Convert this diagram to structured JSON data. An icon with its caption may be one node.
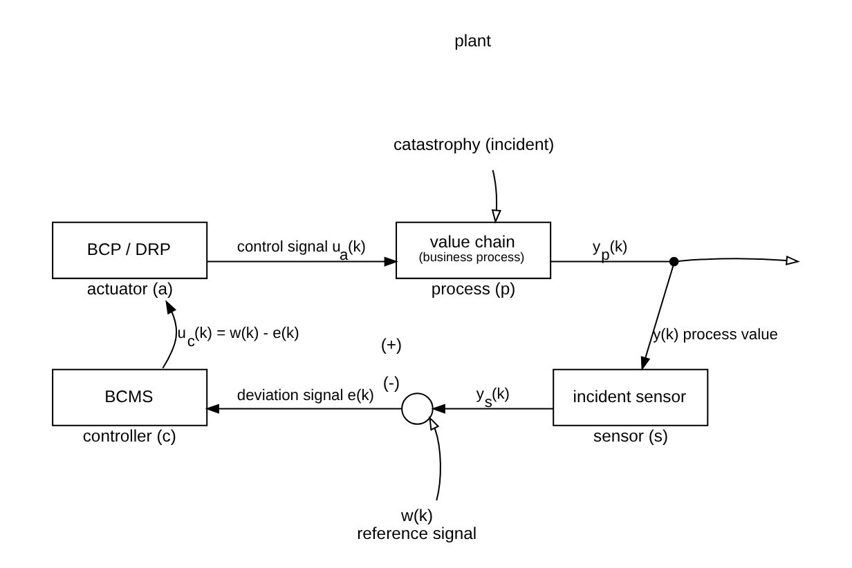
{
  "diagram": {
    "nodes": [
      {
        "text": [
          "BCP / DRP"
        ],
        "beside": [
          "actuator (a)"
        ]
      },
      {
        "text": [
          "value chain",
          "(business process)"
        ],
        "beside": [
          "process (p)"
        ]
      },
      {
        "text": [
          "incident sensor"
        ],
        "beside": [
          "sensor (s)"
        ]
      },
      {
        "text": [
          "BCMS"
        ],
        "beside": [
          "controller (c)"
        ]
      },
      {
        "text": [],
        "shape": "circle",
        "beside": [
          "(+)",
          "(-)"
        ]
      },
      {
        "text": [],
        "shape": "dot"
      },
      {
        "text": [
          "catastrophy (incident)"
        ]
      },
      {
        "text": [
          "w(k)",
          "reference signal"
        ]
      }
    ],
    "edges": [
      {
        "from": 6,
        "to": 1,
        "arrow": "to"
      },
      {
        "from": 0,
        "to": 1,
        "arrow": "to",
        "label": "control signal u$_{a}$(k)"
      },
      {
        "from": 1,
        "to": 5,
        "arrow": "none",
        "label": "y$_{p}$(k)"
      },
      {
        "from": 5,
        "to": null,
        "arrow": "to"
      },
      {
        "from": 5,
        "to": 2,
        "arrow": "to",
        "label": "y(k) process value"
      },
      {
        "from": 2,
        "to": 4,
        "arrow": "to",
        "label": "y$_{s}$(k)"
      },
      {
        "from": 4,
        "to": 3,
        "arrow": "to",
        "label": "deviation signal e(k)"
      },
      {
        "from": 7,
        "to": 4,
        "arrow": "to"
      },
      {
        "from": 3,
        "to": 0,
        "arrow": "to",
        "label": "u$_{c}$(k) = w(k) - e(k)"
      }
    ],
    "labels": [
      "plant"
    ]
  }
}
